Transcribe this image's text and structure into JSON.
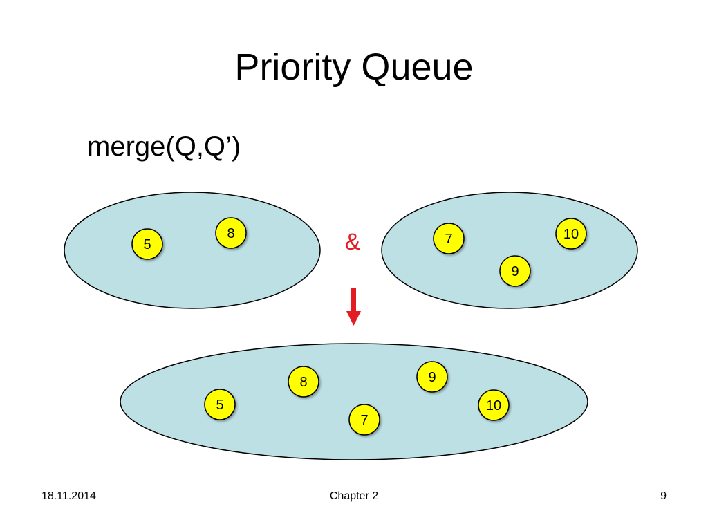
{
  "slide": {
    "title": "Priority Queue",
    "subtitle": "merge(Q,Q’)"
  },
  "colors": {
    "ellipse_fill": "#bde0e5",
    "node_fill": "#ffff00",
    "arrow": "#e31b23",
    "ampersand": "#e31b23"
  },
  "diagram": {
    "operator": "&",
    "queue_a": {
      "nodes": [
        "5",
        "8"
      ]
    },
    "queue_b": {
      "nodes": [
        "7",
        "10",
        "9"
      ]
    },
    "merged": {
      "nodes": [
        "8",
        "9",
        "5",
        "10",
        "7"
      ]
    }
  },
  "footer": {
    "date": "18.11.2014",
    "center": "Chapter 2",
    "page": "9"
  }
}
